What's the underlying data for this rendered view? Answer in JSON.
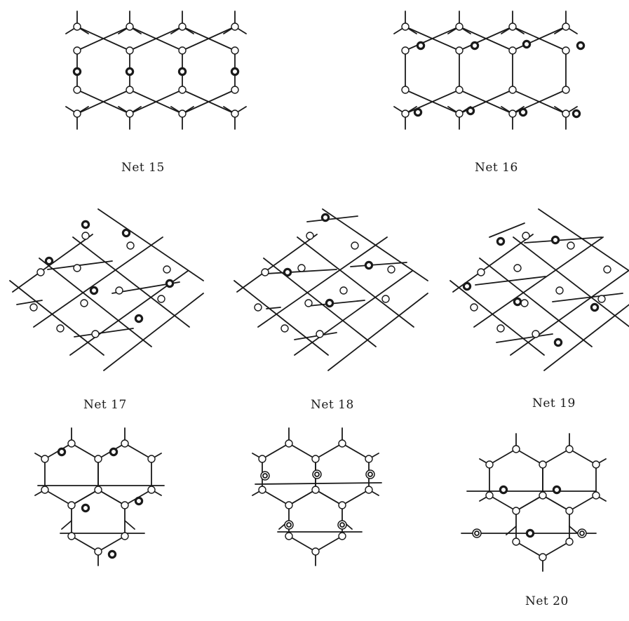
{
  "figure": {
    "background": "#ffffff",
    "line_color": "#1a1a1a",
    "panels": [
      {
        "id": "net-15",
        "label": "Net 15"
      },
      {
        "id": "net-16",
        "label": "Net 16"
      },
      {
        "id": "net-17",
        "label": "Net 17"
      },
      {
        "id": "net-18",
        "label": "Net 18"
      },
      {
        "id": "net-19",
        "label": "Net 19"
      },
      {
        "id": "net-20a",
        "label": ""
      },
      {
        "id": "net-20b",
        "label": ""
      },
      {
        "id": "net-20c",
        "label": "Net 20"
      }
    ],
    "node_legend": {
      "plain": "open circle",
      "bold": "thick-ring circle",
      "double": "double ring circle"
    }
  }
}
